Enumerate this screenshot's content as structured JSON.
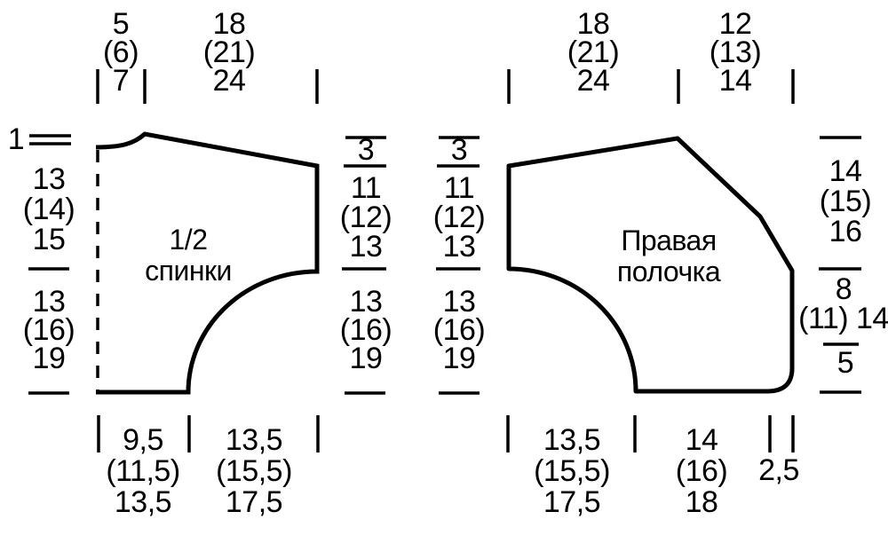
{
  "diagram": {
    "unit_note_color": "#000000",
    "background_color": "#ffffff",
    "back": {
      "title": "1/2\nспинки",
      "top_widths": [
        "5\n(6)\n7",
        "18\n(21)\n24"
      ],
      "bottom_widths": [
        "9,5\n(11,5)\n13,5",
        "13,5\n(15,5)\n17,5"
      ],
      "left_heights": {
        "neck_rise": "1",
        "upper": "13\n(14)\n15",
        "lower": "13\n(16)\n19"
      },
      "right_heights": {
        "shoulder_slope": "3",
        "armhole_depth": "11\n(12)\n13",
        "side_seam": "13\n(16)\n19"
      }
    },
    "front": {
      "title": "Правая\nполочка",
      "top_widths": [
        "18\n(21)\n24",
        "12\n(13)\n14"
      ],
      "bottom_widths": [
        "13,5\n(15,5)\n17,5",
        "14\n(16)\n18",
        "2,5"
      ],
      "left_heights": {
        "shoulder_slope": "3",
        "armhole_depth": "11\n(12)\n13",
        "side_seam": "13\n(16)\n19"
      },
      "right_heights": {
        "neck_slope": "14\n(15)\n16",
        "front_edge": "8\n(11) 14",
        "lower_edge": "5"
      }
    }
  }
}
